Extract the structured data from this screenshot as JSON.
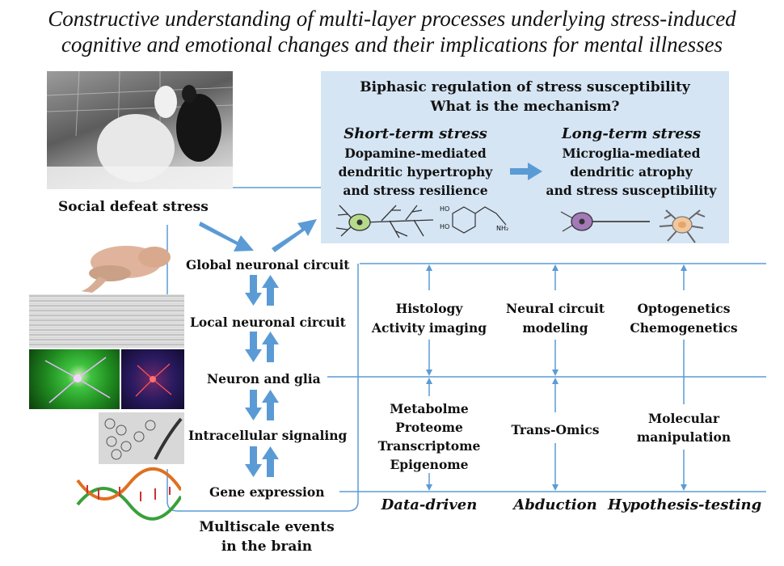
{
  "title": {
    "line1": "Constructive understanding of multi-layer processes underlying stress-induced",
    "line2": "cognitive and emotional changes and their implications for mental illnesses"
  },
  "left": {
    "social_defeat": "Social defeat stress",
    "levels": [
      "Global neuronal circuit",
      "Local neuronal circuit",
      "Neuron and glia",
      "Intracellular signaling",
      "Gene expression"
    ],
    "multiscale_line1": "Multiscale events",
    "multiscale_line2": "in the brain"
  },
  "panel": {
    "heading1": "Biphasic regulation of stress susceptibility",
    "heading2": "What is the mechanism?",
    "short_title": "Short-term stress",
    "short_lines": [
      "Dopamine-mediated",
      "dendritic hypertrophy",
      "and stress resilience"
    ],
    "long_title": "Long-term stress",
    "long_lines": [
      "Microglia-mediated",
      "dendritic atrophy",
      "and stress susceptibility"
    ],
    "dopamine_oh1": "HO",
    "dopamine_oh2": "HO",
    "dopamine_nh2": "NH₂"
  },
  "methods": {
    "col1_top": [
      "Histology",
      "Activity imaging"
    ],
    "col2_top": [
      "Neural circuit",
      "modeling"
    ],
    "col3_top": [
      "Optogenetics",
      "Chemogenetics"
    ],
    "col1_bottom": [
      "Metabolme",
      "Proteome",
      "Transcriptome",
      "Epigenome"
    ],
    "col2_bottom": [
      "Trans-Omics"
    ],
    "col3_bottom": [
      "Molecular",
      "manipulation"
    ]
  },
  "approaches": [
    "Data-driven",
    "Abduction",
    "Hypothesis-testing"
  ],
  "colors": {
    "arrow": "#5b9bd5",
    "line": "#5b9bd5",
    "panel": "#d5e5f4",
    "neuron_green": "#b7d98a",
    "neuron_purple": "#a479b8",
    "microglia": "#f2c79b"
  }
}
